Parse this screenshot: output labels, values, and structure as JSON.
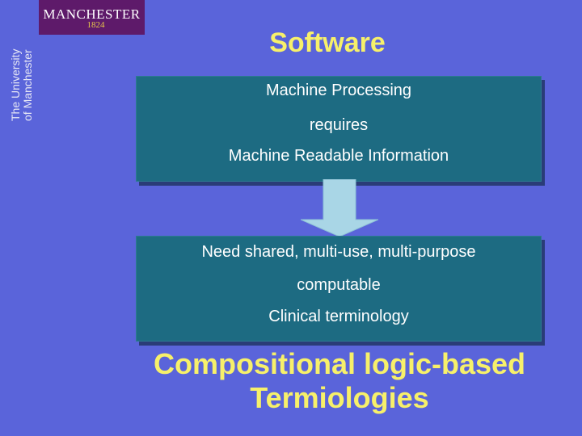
{
  "logo": {
    "name": "MANCHESTER",
    "year": "1824",
    "vertical_line1": "The University",
    "vertical_line2": "of Manchester"
  },
  "title": "Software",
  "box1": {
    "lines": [
      "Machine Processing",
      "requires",
      "Machine Readable Information"
    ]
  },
  "box2": {
    "lines": [
      "Need shared, multi-use, multi-purpose",
      "computable",
      "Clinical terminology"
    ]
  },
  "conclusion": {
    "line1": "Compositional logic-based",
    "line2": "Termiologies"
  },
  "colors": {
    "background": "#5a64da",
    "title": "#f7f06a",
    "box": "#1d6b82",
    "arrow": "#a9d6e6",
    "logo_bg": "#5e1a6a"
  },
  "icons": [
    "down-arrow-icon"
  ]
}
